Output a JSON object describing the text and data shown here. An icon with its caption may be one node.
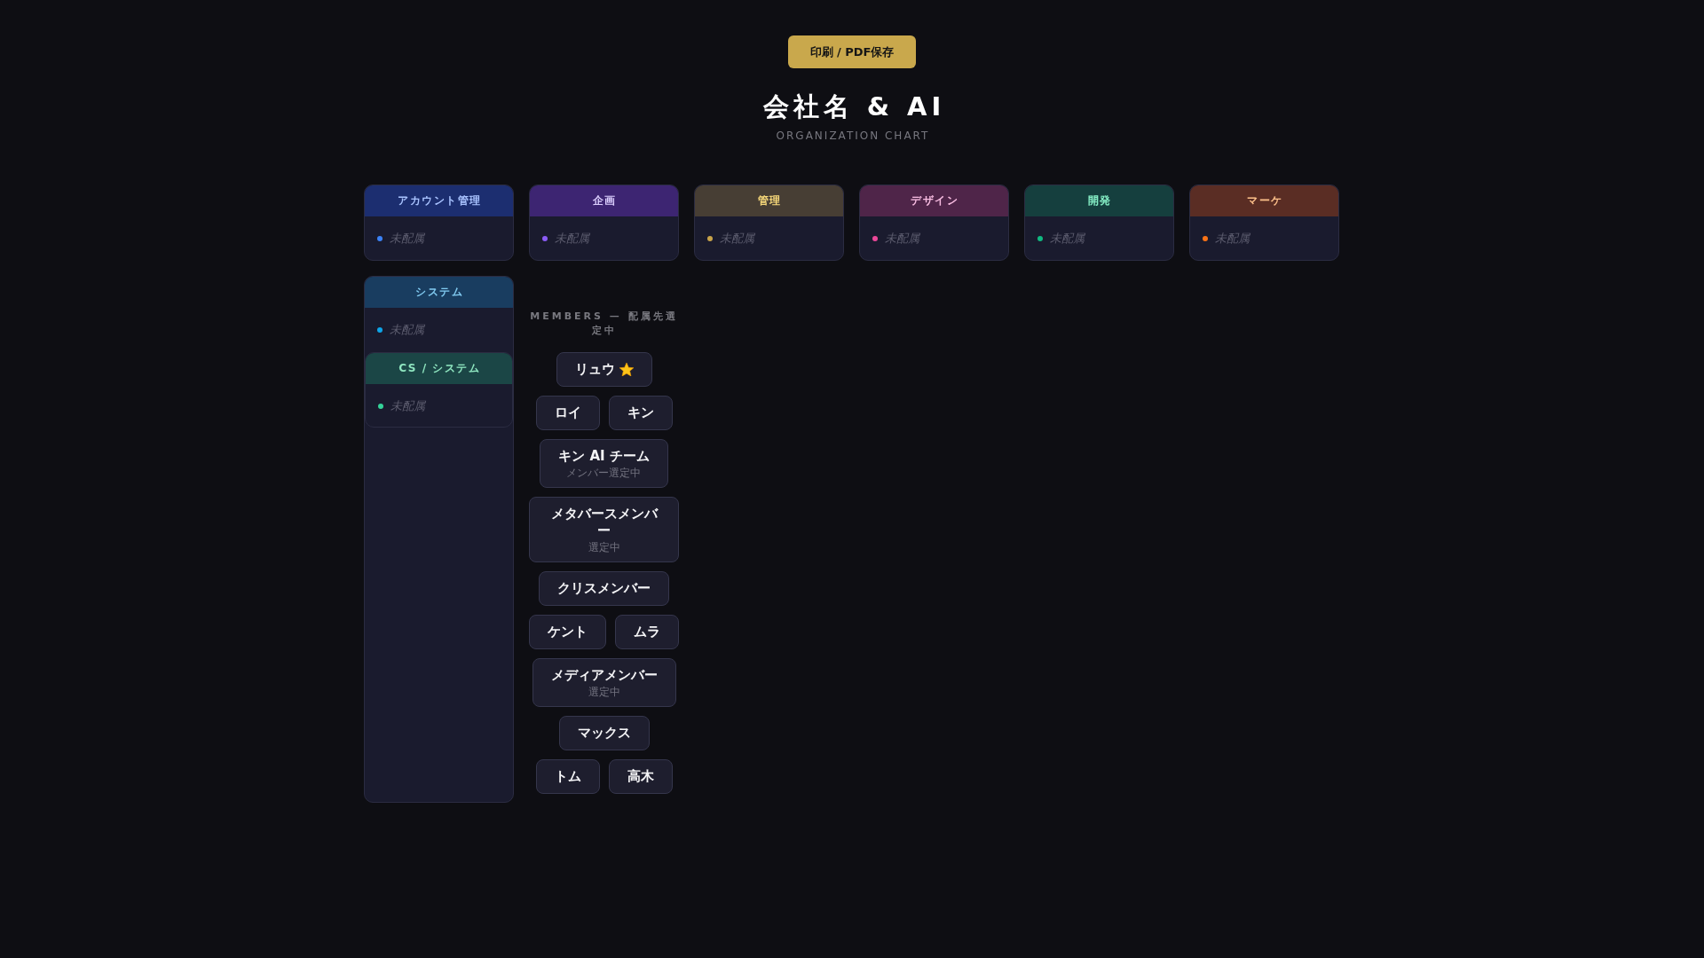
{
  "diagram": {
    "title": "会社名 & AI",
    "nodes": [
      {
        "text": [
          "アカウント管理",
          "未配属"
        ]
      },
      {
        "text": [
          "企画",
          "未配属"
        ]
      },
      {
        "text": [
          "管理",
          "未配属"
        ]
      },
      {
        "text": [
          "デザイン",
          "未配属"
        ]
      },
      {
        "text": [
          "開発",
          "未配属"
        ]
      },
      {
        "text": [
          "マーケ",
          "未配属"
        ]
      },
      {
        "text": [
          "システム",
          "未配属"
        ]
      },
      {
        "text": [
          "CS / システム",
          "未配属"
        ],
        "in": 6
      },
      {
        "text": [
          "リュウ"
        ]
      },
      {
        "text": [
          "ロイ"
        ]
      },
      {
        "text": [
          "キン"
        ]
      },
      {
        "text": [
          "キン AI チーム",
          "メンバー選定中"
        ]
      },
      {
        "text": [
          "メタバースメンバー",
          "選定中"
        ]
      },
      {
        "text": [
          "クリスメンバー"
        ]
      },
      {
        "text": [
          "ケント"
        ]
      },
      {
        "text": [
          "ムラ"
        ]
      },
      {
        "text": [
          "メディアメンバー",
          "選定中"
        ]
      },
      {
        "text": [
          "マックス"
        ]
      },
      {
        "text": [
          "トム"
        ]
      },
      {
        "text": [
          "高木"
        ]
      }
    ],
    "labels": [
      "印刷 / PDF保存",
      "ORGANIZATION CHART",
      "MEMBERS — 配属先選定中"
    ]
  }
}
